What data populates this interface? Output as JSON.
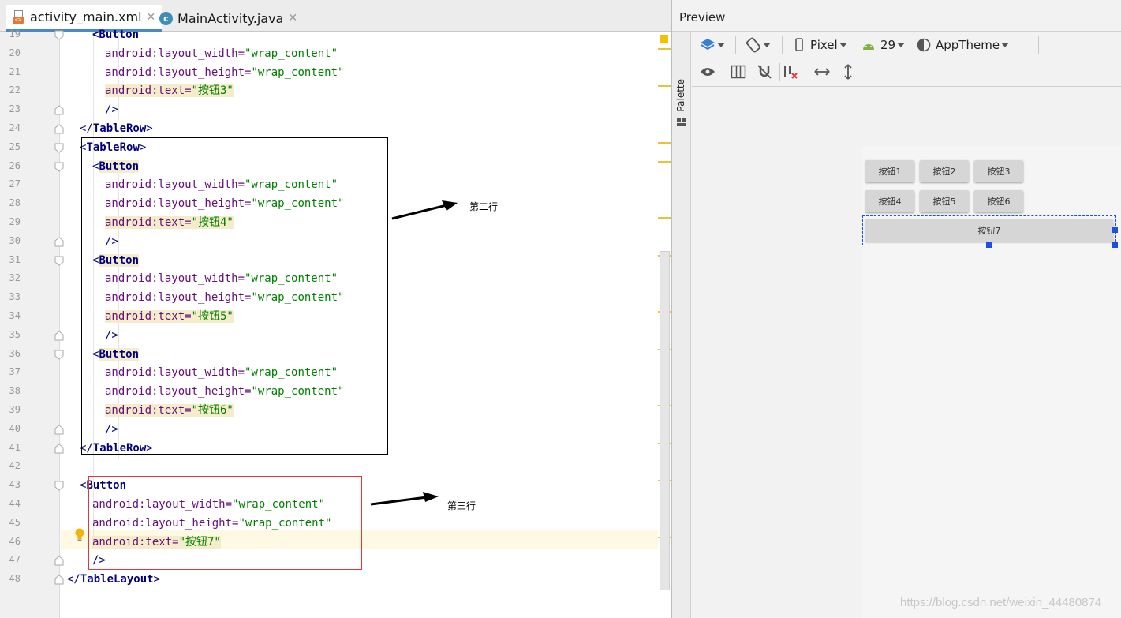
{
  "editor": {
    "tabs": [
      {
        "label": "activity_main.xml",
        "close": "✕",
        "active": true
      },
      {
        "label": "MainActivity.java",
        "close": "✕",
        "active": false
      }
    ],
    "class_icon_letter": "c",
    "lines": [
      {
        "num": "19",
        "indent": 4,
        "parts": [
          [
            "tg name",
            "<Button"
          ]
        ]
      },
      {
        "num": "20",
        "indent": 6,
        "parts": [
          [
            "attr",
            "android:layout_width="
          ],
          [
            "val",
            "\"wrap_content\""
          ]
        ]
      },
      {
        "num": "21",
        "indent": 6,
        "parts": [
          [
            "attr",
            "android:layout_height="
          ],
          [
            "val",
            "\"wrap_content\""
          ]
        ]
      },
      {
        "num": "22",
        "indent": 6,
        "parts": [
          [
            "attr hlbg",
            "android:text="
          ],
          [
            "val hlbg",
            "\"按钮3\""
          ]
        ]
      },
      {
        "num": "23",
        "indent": 6,
        "parts": [
          [
            "tg",
            "/>"
          ]
        ]
      },
      {
        "num": "24",
        "indent": 2,
        "parts": [
          [
            "tg",
            "</"
          ],
          [
            "tg name",
            "TableRow"
          ],
          [
            "tg",
            ">"
          ]
        ]
      },
      {
        "num": "25",
        "indent": 2,
        "parts": [
          [
            "tg",
            "<"
          ],
          [
            "tg name",
            "TableRow"
          ],
          [
            "tg",
            ">"
          ]
        ]
      },
      {
        "num": "26",
        "indent": 4,
        "parts": [
          [
            "tg",
            "<"
          ],
          [
            "tg name hlbg",
            "Button"
          ]
        ]
      },
      {
        "num": "27",
        "indent": 6,
        "parts": [
          [
            "attr",
            "android:layout_width="
          ],
          [
            "val",
            "\"wrap_content\""
          ]
        ]
      },
      {
        "num": "28",
        "indent": 6,
        "parts": [
          [
            "attr",
            "android:layout_height="
          ],
          [
            "val",
            "\"wrap_content\""
          ]
        ]
      },
      {
        "num": "29",
        "indent": 6,
        "parts": [
          [
            "attr hlbg",
            "android:text="
          ],
          [
            "val hlbg",
            "\"按钮4\""
          ]
        ]
      },
      {
        "num": "30",
        "indent": 6,
        "parts": [
          [
            "tg",
            "/>"
          ]
        ]
      },
      {
        "num": "31",
        "indent": 4,
        "parts": [
          [
            "tg",
            "<"
          ],
          [
            "tg name hlbg",
            "Button"
          ]
        ]
      },
      {
        "num": "32",
        "indent": 6,
        "parts": [
          [
            "attr",
            "android:layout_width="
          ],
          [
            "val",
            "\"wrap_content\""
          ]
        ]
      },
      {
        "num": "33",
        "indent": 6,
        "parts": [
          [
            "attr",
            "android:layout_height="
          ],
          [
            "val",
            "\"wrap_content\""
          ]
        ]
      },
      {
        "num": "34",
        "indent": 6,
        "parts": [
          [
            "attr hlbg",
            "android:text="
          ],
          [
            "val hlbg",
            "\"按钮5\""
          ]
        ]
      },
      {
        "num": "35",
        "indent": 6,
        "parts": [
          [
            "tg",
            "/>"
          ]
        ]
      },
      {
        "num": "36",
        "indent": 4,
        "parts": [
          [
            "tg",
            "<"
          ],
          [
            "tg name hlbg",
            "Button"
          ]
        ]
      },
      {
        "num": "37",
        "indent": 6,
        "parts": [
          [
            "attr",
            "android:layout_width="
          ],
          [
            "val",
            "\"wrap_content\""
          ]
        ]
      },
      {
        "num": "38",
        "indent": 6,
        "parts": [
          [
            "attr",
            "android:layout_height="
          ],
          [
            "val",
            "\"wrap_content\""
          ]
        ]
      },
      {
        "num": "39",
        "indent": 6,
        "parts": [
          [
            "attr hlbg",
            "android:text="
          ],
          [
            "val hlbg",
            "\"按钮6\""
          ]
        ]
      },
      {
        "num": "40",
        "indent": 6,
        "parts": [
          [
            "tg",
            "/>"
          ]
        ]
      },
      {
        "num": "41",
        "indent": 2,
        "parts": [
          [
            "tg",
            "</"
          ],
          [
            "tg name",
            "TableRow"
          ],
          [
            "tg",
            ">"
          ]
        ]
      },
      {
        "num": "42",
        "indent": 0,
        "parts": []
      },
      {
        "num": "43",
        "indent": 2,
        "parts": [
          [
            "tg",
            "<"
          ],
          [
            "tg name",
            "Button"
          ]
        ]
      },
      {
        "num": "44",
        "indent": 4,
        "parts": [
          [
            "attr",
            "android:layout_width="
          ],
          [
            "val",
            "\"wrap_content\""
          ]
        ]
      },
      {
        "num": "45",
        "indent": 4,
        "parts": [
          [
            "attr",
            "android:layout_height="
          ],
          [
            "val",
            "\"wrap_content\""
          ]
        ]
      },
      {
        "num": "46",
        "indent": 4,
        "parts": [
          [
            "attr hlbg",
            "android:text="
          ],
          [
            "val hlbg",
            "\"按钮7\""
          ]
        ]
      },
      {
        "num": "47",
        "indent": 4,
        "parts": [
          [
            "tg",
            "/>"
          ]
        ]
      },
      {
        "num": "48",
        "indent": 0,
        "parts": [
          [
            "tg",
            "</"
          ],
          [
            "tg name",
            "TableLayout"
          ],
          [
            "tg",
            ">"
          ]
        ]
      }
    ]
  },
  "annotations": {
    "second_row": "第二行",
    "third_row": "第三行"
  },
  "preview": {
    "title": "Preview",
    "palette_label": "Palette",
    "device": "Pixel",
    "api_level": "29",
    "theme": "AppTheme",
    "buttons_row1": [
      "按钮1",
      "按钮2",
      "按钮3"
    ],
    "buttons_row2": [
      "按钮4",
      "按钮5",
      "按钮6"
    ],
    "button_row3": "按钮7"
  },
  "watermark": "https://blog.csdn.net/weixin_44480874",
  "colors": {
    "tag": "#000080",
    "attribute": "#660e7a",
    "string_value": "#008000",
    "selection_blue": "#1e4ee8",
    "annotation_red": "#d93a3a",
    "marker_yellow": "#e8c43a"
  }
}
